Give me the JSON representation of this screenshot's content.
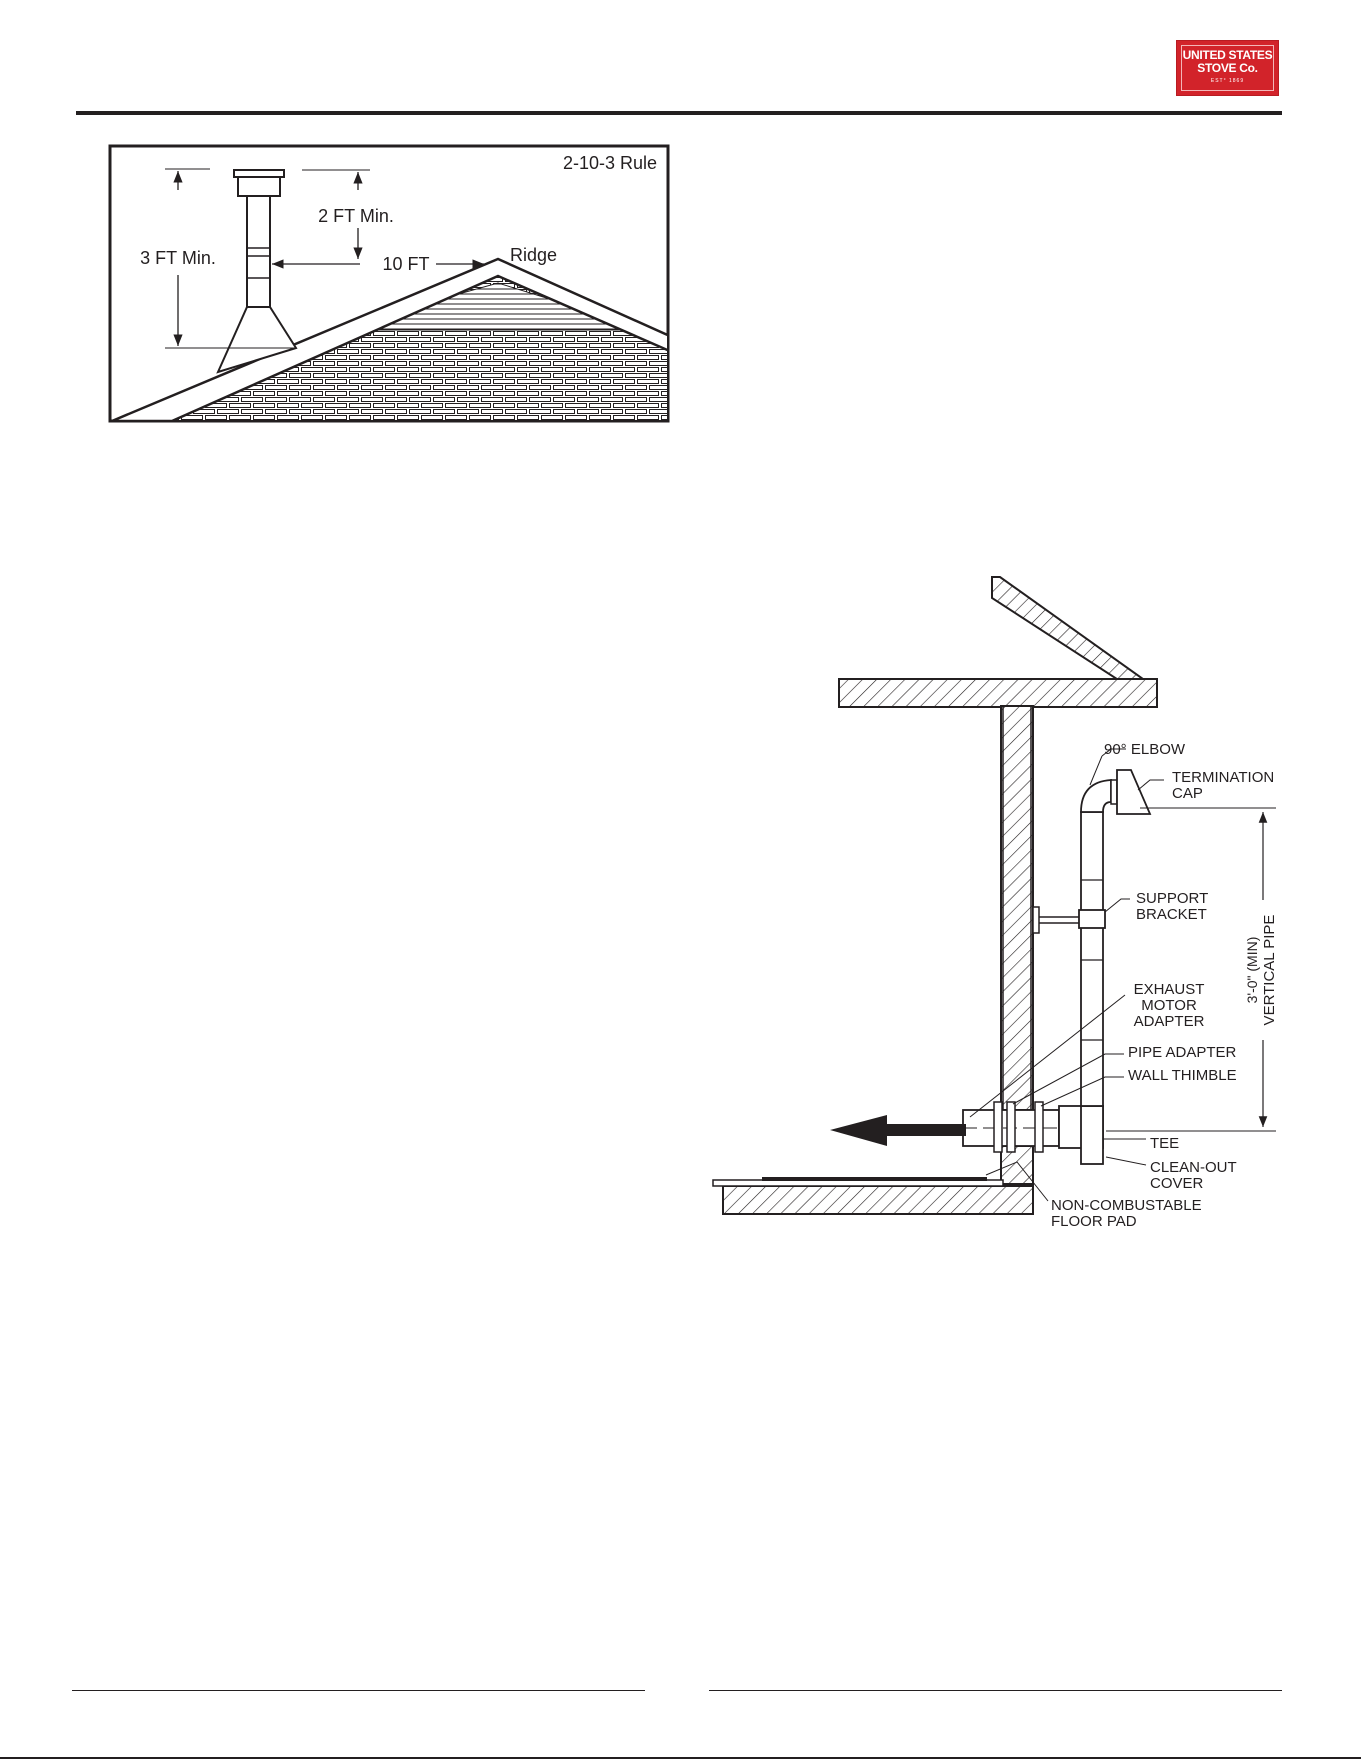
{
  "logo": {
    "line1": "UNITED STATES",
    "line2": "STOVE Co.",
    "line3": "EST° 1869",
    "color": "#d2232a"
  },
  "figure1": {
    "title": "2-10-3 Rule",
    "label_3ft": "3 FT Min.",
    "label_2ft": "2 FT Min.",
    "label_10ft": "10 FT",
    "label_ridge": "Ridge"
  },
  "figure2": {
    "elbow": "90° ELBOW",
    "termination_cap_1": "TERMINATION",
    "termination_cap_2": "CAP",
    "support_bracket_1": "SUPPORT",
    "support_bracket_2": "BRACKET",
    "exhaust_1": "EXHAUST",
    "exhaust_2": "MOTOR",
    "exhaust_3": "ADAPTER",
    "pipe_adapter": "PIPE ADAPTER",
    "wall_thimble": "WALL THIMBLE",
    "tee": "TEE",
    "cleanout_1": "CLEAN-OUT",
    "cleanout_2": "COVER",
    "floorpad_1": "NON-COMBUSTABLE",
    "floorpad_2": "FLOOR PAD",
    "vertical_1": "3'-0\" (MIN)",
    "vertical_2": "VERTICAL PIPE"
  }
}
